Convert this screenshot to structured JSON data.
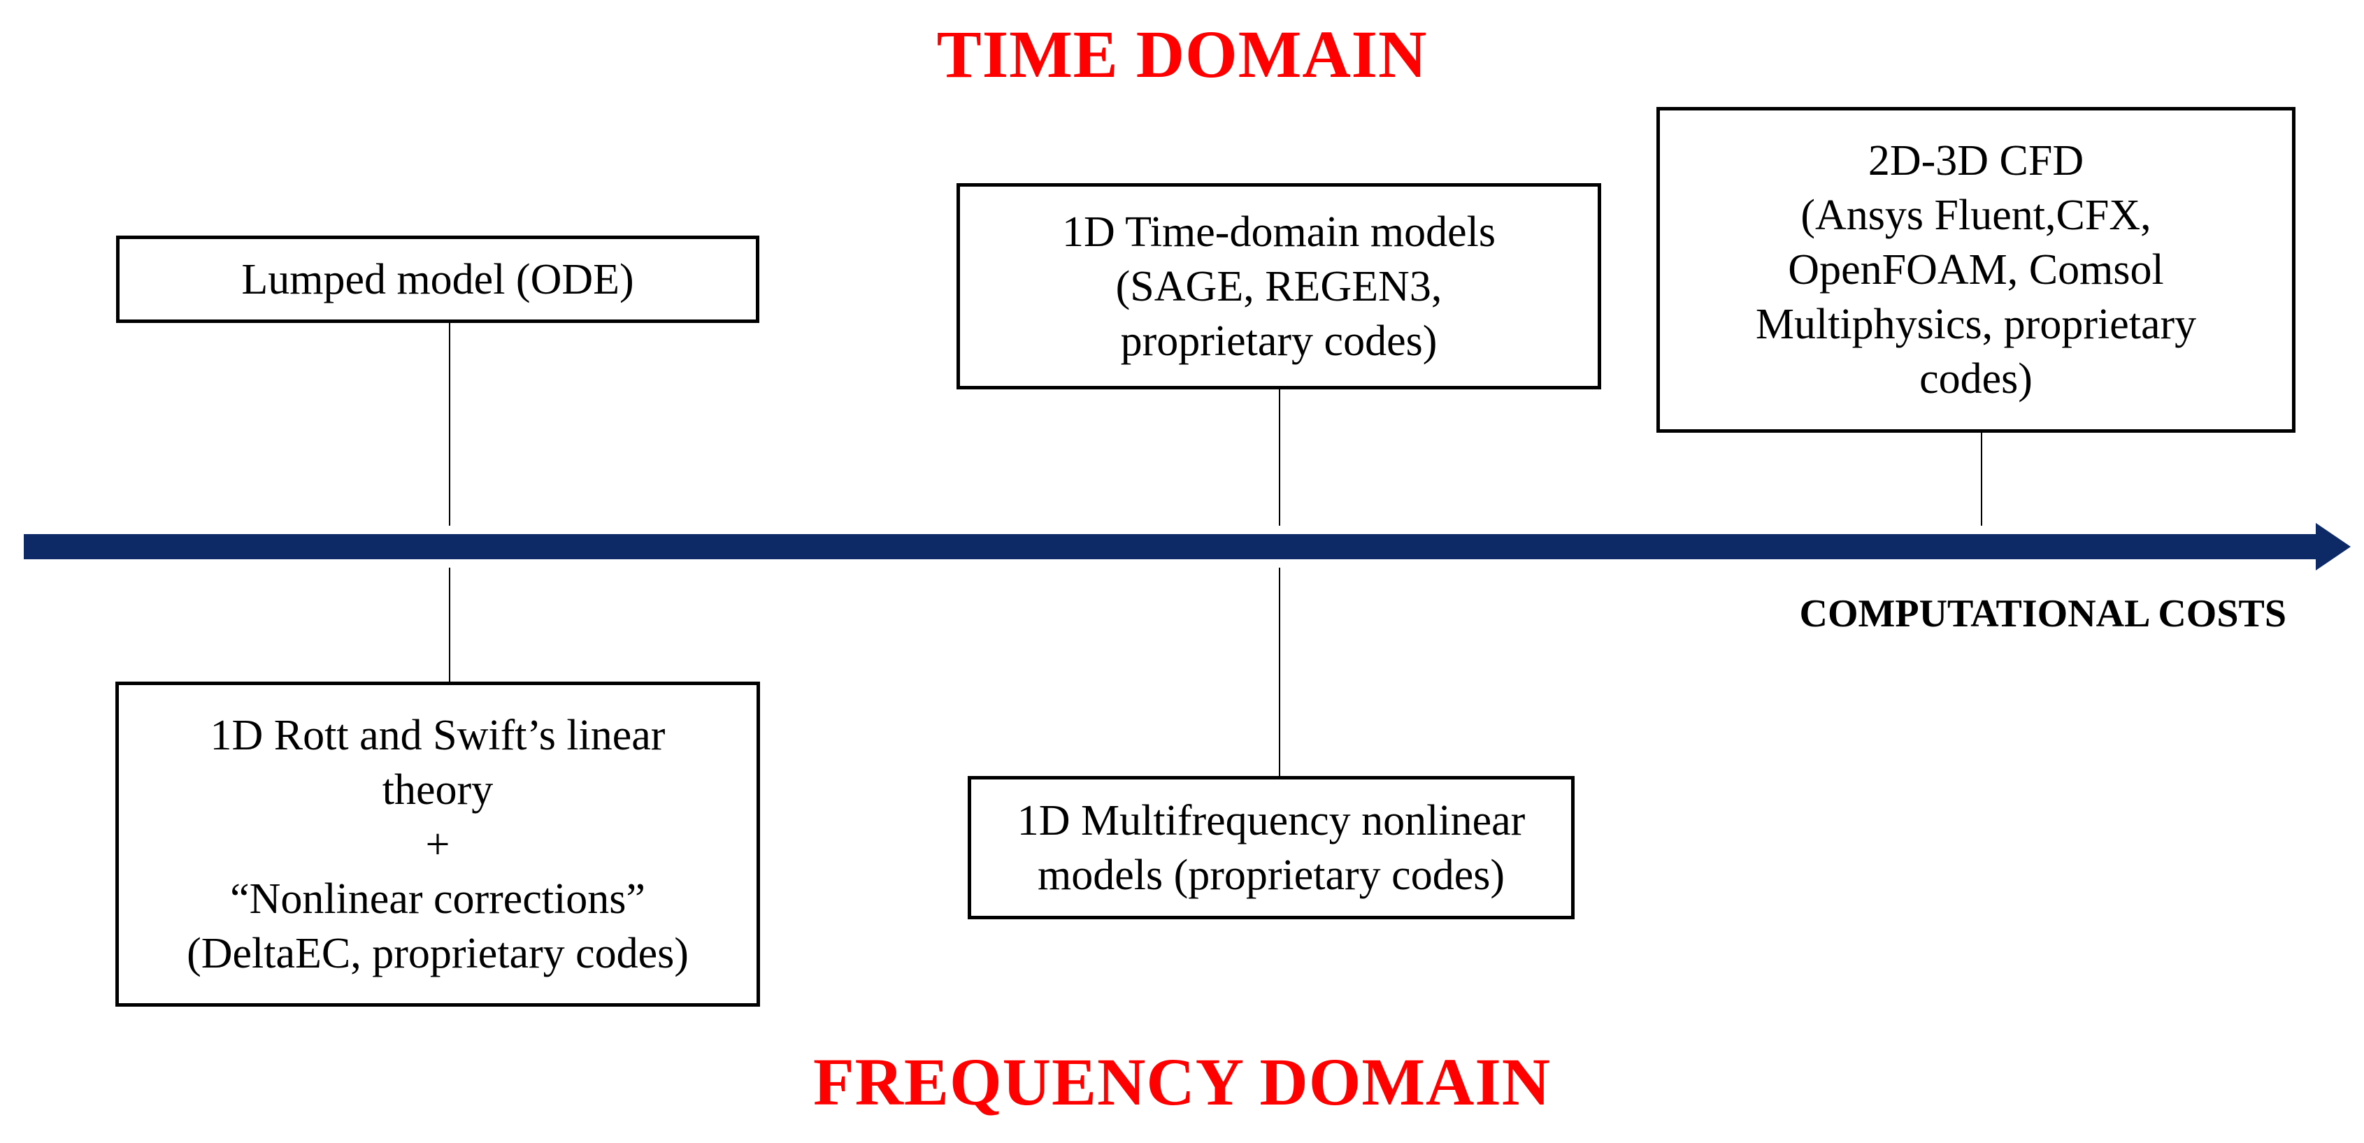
{
  "headings": {
    "time_domain": "TIME DOMAIN",
    "frequency_domain": "FREQUENCY DOMAIN"
  },
  "axis": {
    "label": "COMPUTATIONAL COSTS"
  },
  "colors": {
    "heading": "#ff0000",
    "arrow": "#0d2a66",
    "box_border": "#000000"
  },
  "time_domain_models": [
    {
      "lines": [
        "Lumped model (ODE)"
      ]
    },
    {
      "lines": [
        "1D Time-domain models",
        "(SAGE, REGEN3,",
        "proprietary codes)"
      ]
    },
    {
      "lines": [
        "2D-3D CFD",
        "(Ansys Fluent,CFX,",
        "OpenFOAM, Comsol",
        "Multiphysics, proprietary",
        "codes)"
      ]
    }
  ],
  "frequency_domain_models": [
    {
      "lines": [
        "1D Rott and Swift’s linear",
        "theory",
        "+",
        "“Nonlinear corrections”",
        "(DeltaEC, proprietary codes)"
      ]
    },
    {
      "lines": [
        "1D Multifrequency nonlinear",
        "models (proprietary codes)"
      ]
    }
  ]
}
